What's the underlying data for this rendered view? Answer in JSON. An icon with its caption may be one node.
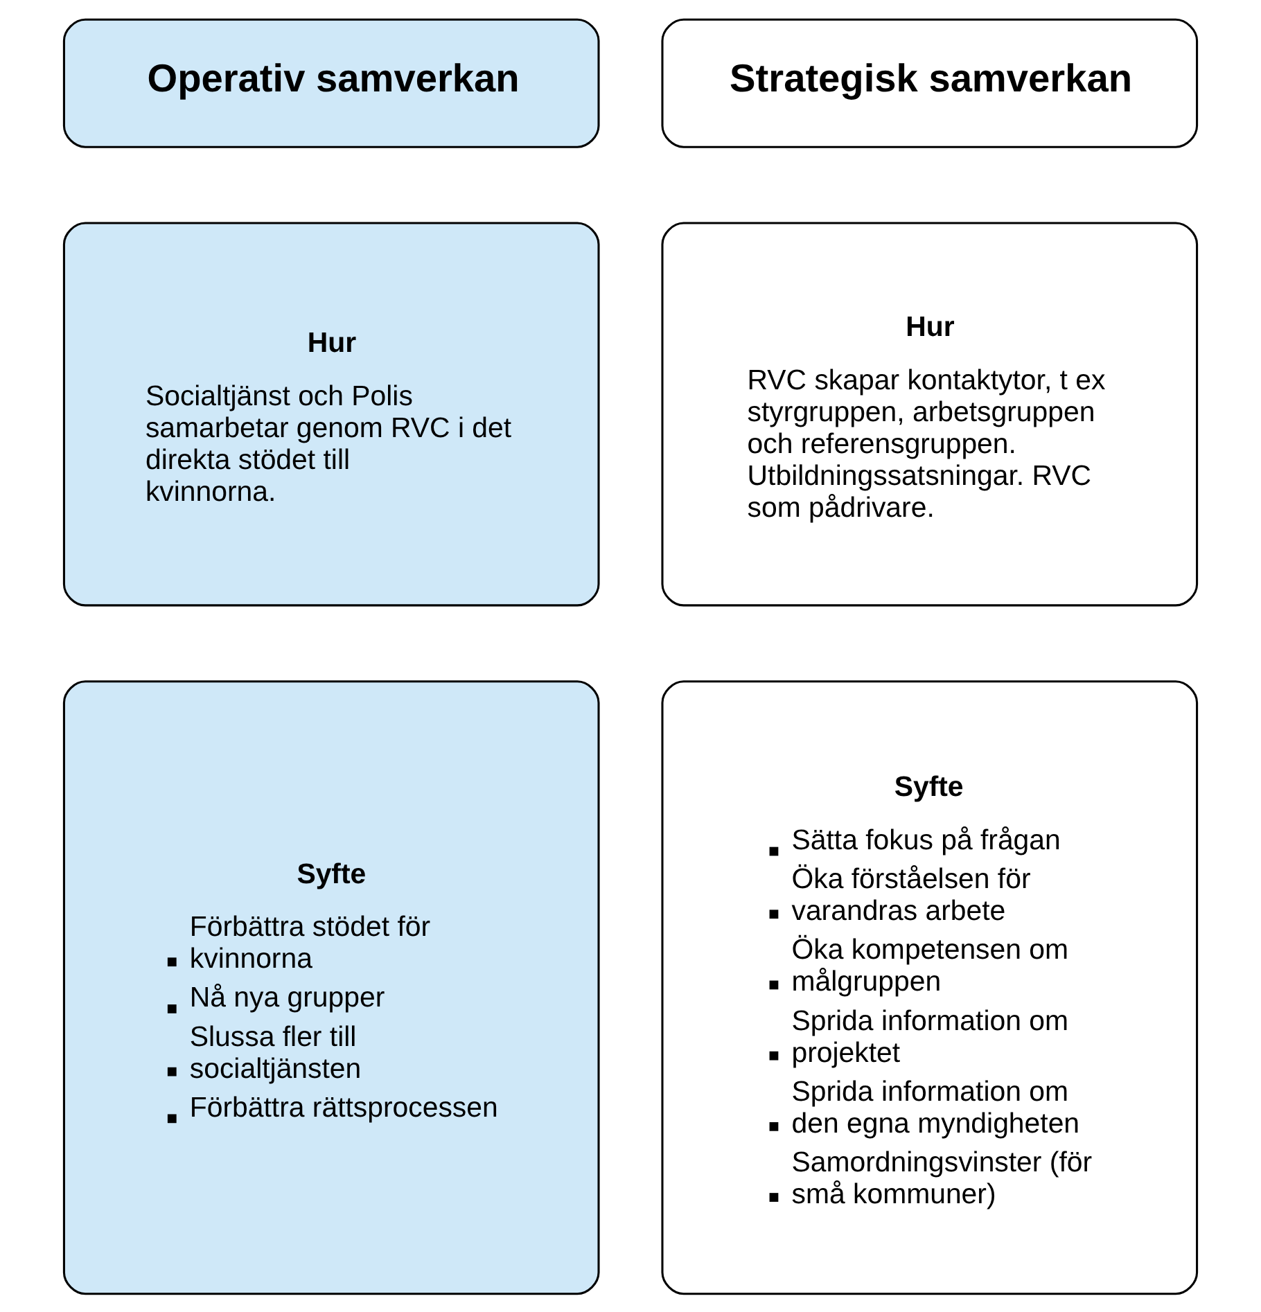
{
  "diagram": {
    "nodes": [
      {
        "text": [
          "Operativ samverkan"
        ]
      },
      {
        "text": [
          "Strategisk samverkan"
        ]
      },
      {
        "text": [
          "Hur",
          "Socialtjänst och Polis samarbetar genom RVC i det direkta stödet till kvinnorna."
        ]
      },
      {
        "text": [
          "Hur",
          "RVC skapar kontaktytor, t ex styrgruppen, arbetsgruppen och referensgruppen. Utbildningssatsningar. RVC som pådrivare."
        ]
      },
      {
        "text": [
          "Syfte",
          "Förbättra stödet för kvinnorna",
          "Nå nya grupper",
          "Slussa fler till socialtjänsten",
          "Förbättra rättsprocessen"
        ]
      },
      {
        "text": [
          "Syfte",
          "Sätta fokus på frågan",
          "Öka förståelsen för varandras arbete",
          "Öka kompetensen om målgruppen",
          "Sprida information om projektet",
          "Sprida information om den egna myndigheten",
          "Samordningsvinster (för små kommuner)"
        ]
      }
    ],
    "edges": []
  }
}
